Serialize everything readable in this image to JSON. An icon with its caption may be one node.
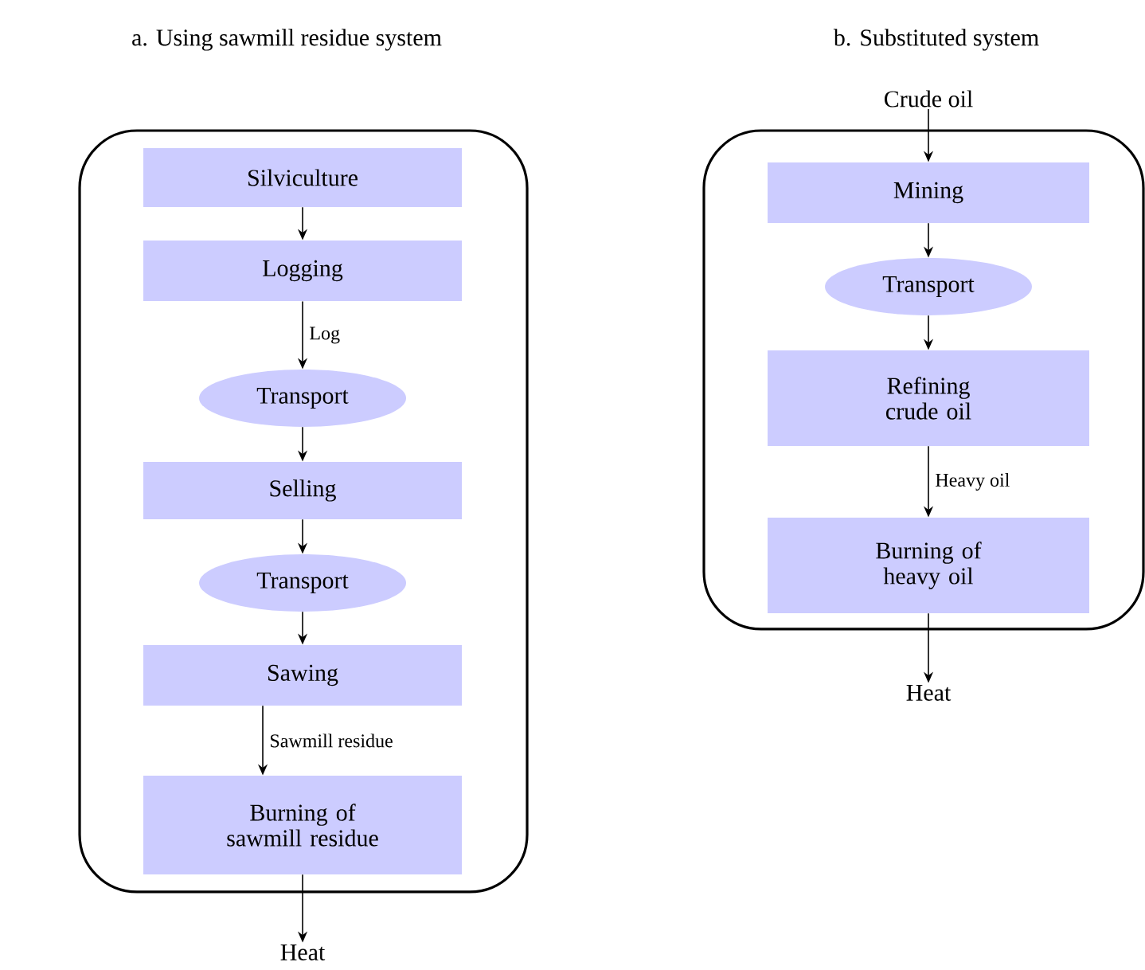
{
  "diagram": {
    "nodes": [
      {
        "text": [
          "a. Using sawmill residue system"
        ]
      },
      {
        "text": [
          "Silviculture"
        ],
        "in": 0
      },
      {
        "text": [
          "Logging"
        ],
        "in": 0
      },
      {
        "text": [
          "Transport"
        ],
        "in": 0
      },
      {
        "text": [
          "Selling"
        ],
        "in": 0
      },
      {
        "text": [
          "Transport"
        ],
        "in": 0
      },
      {
        "text": [
          "Sawing"
        ],
        "in": 0
      },
      {
        "text": [
          "Burning of sawmill residue"
        ],
        "in": 0
      },
      {
        "text": [
          "Heat"
        ]
      },
      {
        "text": [
          "b. Substituted system"
        ]
      },
      {
        "text": [
          "Crude oil"
        ]
      },
      {
        "text": [
          "Mining"
        ],
        "in": 9
      },
      {
        "text": [
          "Transport"
        ],
        "in": 9
      },
      {
        "text": [
          "Refining crude oil"
        ],
        "in": 9
      },
      {
        "text": [
          "Burning of heavy oil"
        ],
        "in": 9
      },
      {
        "text": [
          "Heat"
        ]
      }
    ],
    "edges": [
      {
        "from": 1,
        "to": 2,
        "arrow": "to"
      },
      {
        "from": 2,
        "to": 3,
        "arrow": "to",
        "label": "Log"
      },
      {
        "from": 3,
        "to": 4,
        "arrow": "to"
      },
      {
        "from": 4,
        "to": 5,
        "arrow": "to"
      },
      {
        "from": 5,
        "to": 6,
        "arrow": "to"
      },
      {
        "from": 6,
        "to": 7,
        "arrow": "to",
        "label": "Sawmill residue"
      },
      {
        "from": 7,
        "to": 8,
        "arrow": "to"
      },
      {
        "from": 10,
        "to": 11,
        "arrow": "to"
      },
      {
        "from": 11,
        "to": 12,
        "arrow": "to"
      },
      {
        "from": 12,
        "to": 13,
        "arrow": "to"
      },
      {
        "from": 13,
        "to": 14,
        "arrow": "to",
        "label": "Heavy oil"
      },
      {
        "from": 14,
        "to": 15,
        "arrow": "to"
      }
    ]
  }
}
